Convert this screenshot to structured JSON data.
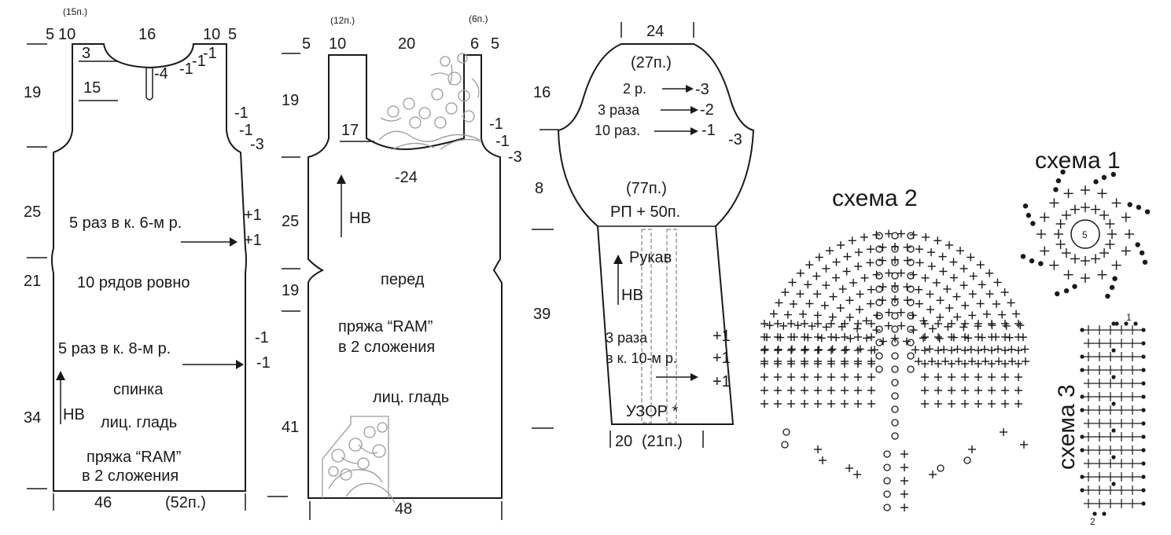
{
  "back": {
    "top_dims": [
      "5",
      "10",
      "16",
      "10",
      "5"
    ],
    "neck_stitches": "(15п.)",
    "side_dims": [
      "19",
      "25",
      "21",
      "34"
    ],
    "neck_marks": [
      "3",
      "15"
    ],
    "neck_decreases": [
      "-4",
      "-1",
      "-1",
      "-1"
    ],
    "armhole_decreases": [
      "-1",
      "-1",
      "-3"
    ],
    "increase_text": "5 раз в к. 6-м р.",
    "increase_marks": [
      "+1",
      "+1"
    ],
    "straight_text": "10 рядов ровно",
    "decrease_text": "5 раз в к. 8-м р.",
    "decrease_marks": [
      "-1",
      "-1"
    ],
    "hb": "НВ",
    "title": "спинка",
    "stitch": "лиц. гладь",
    "yarn_line1": "пряжа “RAM”",
    "yarn_line2": "в 2 сложения",
    "bottom_dim": "46",
    "bottom_stitches": "(52п.)"
  },
  "front": {
    "top_dims": [
      "5",
      "10",
      "20",
      "6",
      "5"
    ],
    "left_stitches": "(12п.)",
    "right_stitches": "(6п.)",
    "side_dims": [
      "19",
      "25",
      "19",
      "41"
    ],
    "neck_mark": "17",
    "neck_decrease": "-24",
    "armhole_decreases": [
      "-1",
      "-1",
      "-3"
    ],
    "hb": "НВ",
    "title": "перед",
    "yarn_line1": "пряжа “RAM”",
    "yarn_line2": "в 2 сложения",
    "stitch": "лиц. гладь",
    "bottom_dim": "48"
  },
  "sleeve": {
    "top_dim": "24",
    "top_stitches": "(27п.)",
    "cap_rows": [
      {
        "label": "2 р.",
        "value": "-3"
      },
      {
        "label": "3 раза",
        "value": "-2"
      },
      {
        "label": "10 раз.",
        "value": "-1"
      }
    ],
    "cap_edge": "-3",
    "side_dims": [
      "16",
      "8",
      "39"
    ],
    "cap_stitches": "(77п.)",
    "cap_note": "РП + 50п.",
    "title": "Рукав",
    "hb": "НВ",
    "inc_line1": "3 раза",
    "inc_line2": "в к. 10-м р.",
    "inc_marks": [
      "+1",
      "+1",
      "+1"
    ],
    "pattern": "УЗОР *",
    "bottom_dim": "20",
    "bottom_stitches": "(21п.)"
  },
  "schemes": {
    "scheme1_title": "схема 1",
    "scheme1_center": "5",
    "scheme2_title": "схема 2",
    "scheme3_title": "схема 3",
    "scheme3_row_top": "1",
    "scheme3_row_bottom": "2"
  },
  "colors": {
    "ink": "#1a1a1a",
    "lace": "#9a9a9a"
  }
}
